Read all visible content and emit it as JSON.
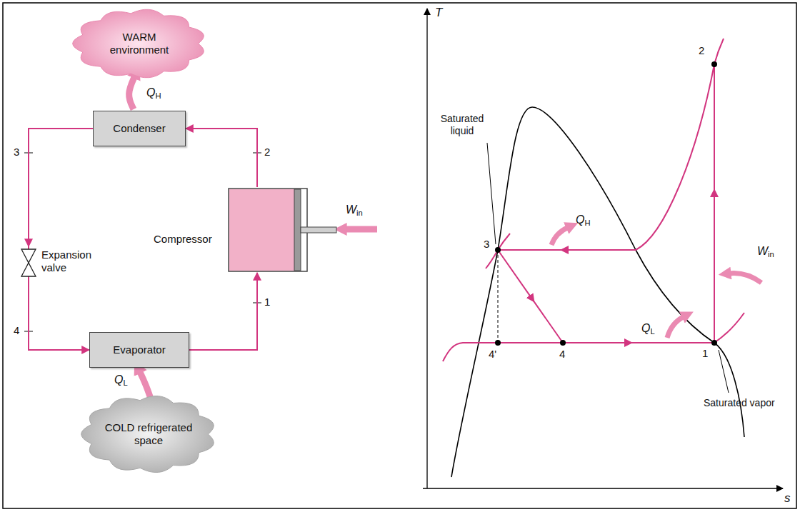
{
  "diagram": {
    "nodes": [
      {
        "text": [
          "WARM environment"
        ]
      },
      {
        "text": [
          "Condenser"
        ]
      },
      {
        "text": [
          "Compressor"
        ]
      },
      {
        "text": [
          "Expansion valve"
        ]
      },
      {
        "text": [
          "Evaporator"
        ]
      },
      {
        "text": [
          "COLD refrigerated space"
        ]
      }
    ],
    "edges": [
      {
        "from": 1,
        "to": 0,
        "arrow": "to",
        "label": "QH"
      },
      {
        "from": 5,
        "to": 4,
        "arrow": "to",
        "label": "QL"
      },
      {
        "from": 2,
        "to": 1,
        "arrow": "to",
        "label": "2"
      },
      {
        "from": 1,
        "to": 3,
        "arrow": "to",
        "label": "3"
      },
      {
        "from": 3,
        "to": 4,
        "arrow": "to",
        "label": "4"
      },
      {
        "from": 4,
        "to": 2,
        "arrow": "to",
        "label": "1"
      }
    ],
    "labels": [
      "Win",
      "T",
      "s",
      "Saturated liquid",
      "QH",
      "3",
      "2",
      "Win",
      "4'",
      "4",
      "QL",
      "1",
      "Saturated vapor"
    ]
  }
}
